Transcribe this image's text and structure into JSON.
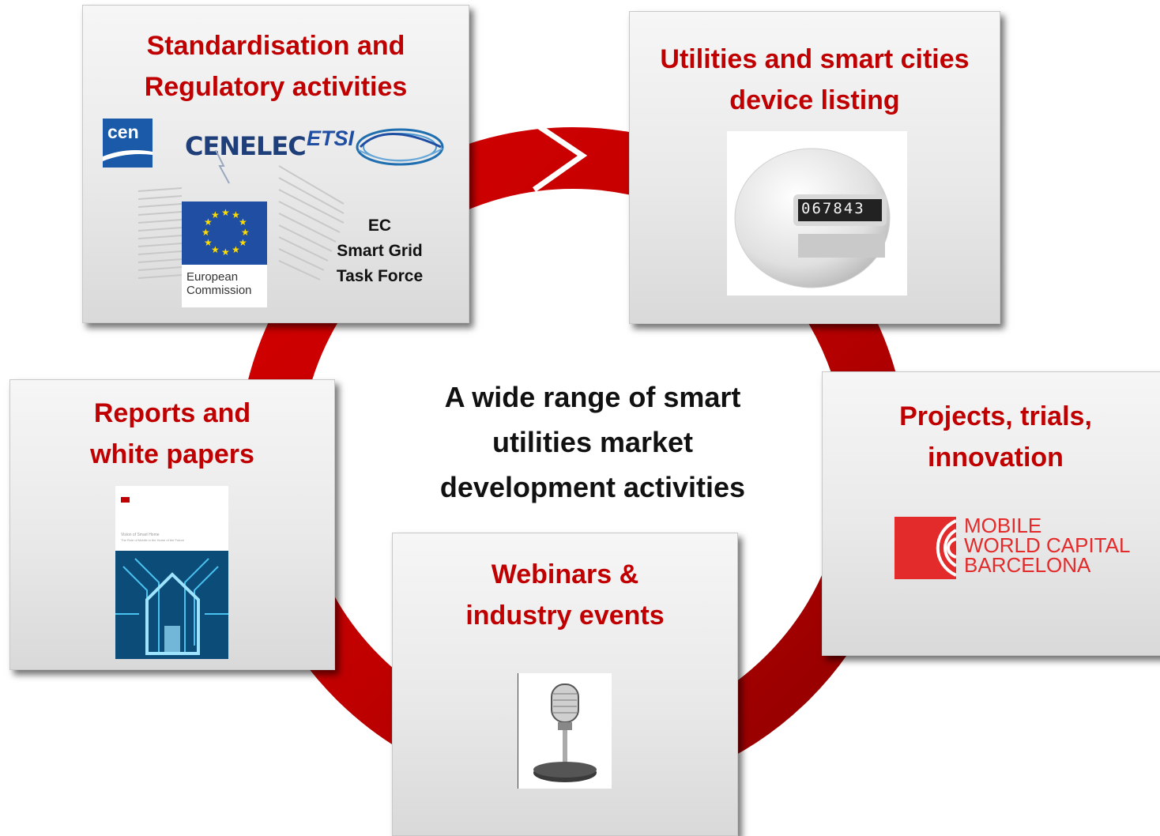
{
  "center_text": "A wide range of smart\nutilities market\ndevelopment activities",
  "boxes": {
    "standardisation": {
      "title": "Standardisation  and\nRegulatory activities"
    },
    "utilities_listing": {
      "title": "Utilities and  smart cities\ndevice listing"
    },
    "reports": {
      "title": "Reports and\nwhite papers"
    },
    "projects": {
      "title": "Projects, trials,\ninnovation"
    },
    "webinars": {
      "title": "Webinars &\nindustry events"
    }
  },
  "logos": {
    "cen": "cen",
    "cenelec": "CENELEC",
    "etsi": "ETSI",
    "european_commission": "European\nCommission",
    "ec_task_force": "EC\nSmart Grid\nTask Force",
    "mwc": "MOBILE\nWORLD CAPITAL\nBARCELONA"
  },
  "meter": {
    "reading": "067843"
  },
  "report_cover": {
    "title": "Vision of Smart Home",
    "subtitle": "The Role of Mobile in the Home of the Future"
  },
  "colors": {
    "ring": "#c00000",
    "title": "#c00000",
    "mwc": "#e32b2b",
    "eu_blue": "#1f4ea3",
    "cen_blue": "#1a5aa8"
  },
  "icons": [
    "ring-arrow-icon",
    "eu-stars-icon",
    "meter-icon",
    "microphone-icon",
    "circuit-house-icon",
    "etsi-swoosh-icon",
    "mwc-arcs-icon"
  ]
}
